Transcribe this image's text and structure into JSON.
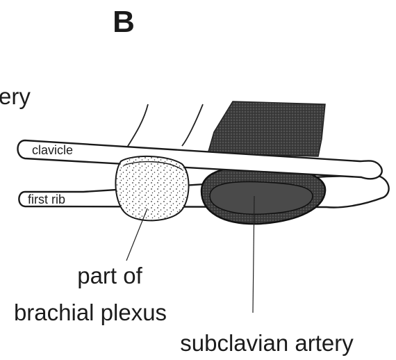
{
  "figure": {
    "panel_letter": "B",
    "labels": {
      "artery_partial": "ery",
      "clavicle": "clavicle",
      "first_rib": "first rib",
      "brachial_plexus_line1": "part of",
      "brachial_plexus_line2": "brachial plexus",
      "subclavian_artery": "subclavian artery"
    }
  }
}
